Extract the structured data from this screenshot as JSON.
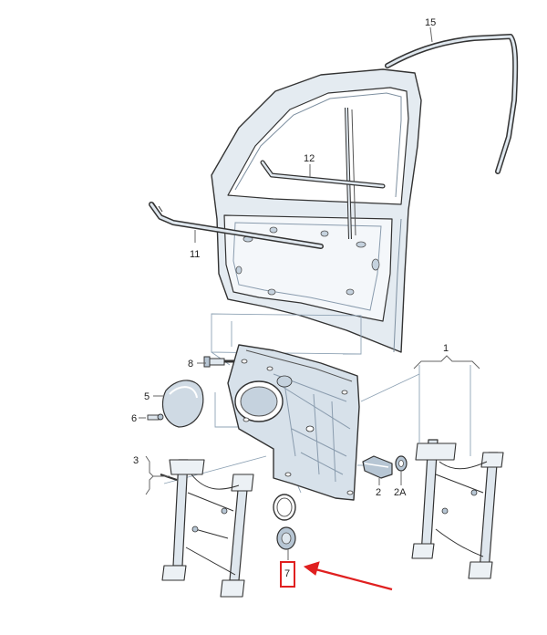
{
  "diagram": {
    "callouts": {
      "c1": "1",
      "c2": "2",
      "c2a": "2A",
      "c3": "3",
      "c5": "5",
      "c6": "6",
      "c7": "7",
      "c8": "8",
      "c11": "11",
      "c12": "12",
      "c15": "15"
    },
    "colors": {
      "part_fill": "#dfe7ee",
      "part_dark": "#9eb1c2",
      "outline": "#333333",
      "leader": "#8fa3b5",
      "highlight": "#e02020"
    }
  }
}
